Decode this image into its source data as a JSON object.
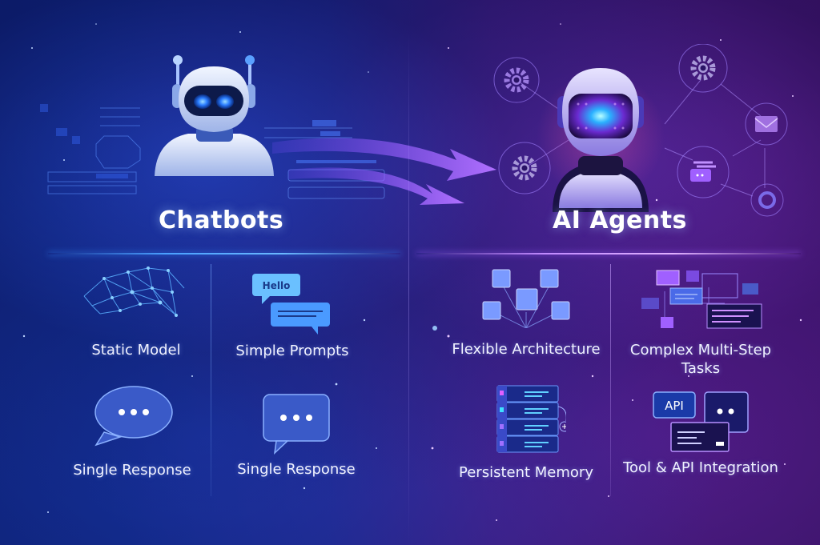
{
  "left_panel": {
    "title": "Chatbots",
    "theme_color": "#2a5cff",
    "features": [
      {
        "label": "Static Model",
        "icon": "network-mesh-icon"
      },
      {
        "label": "Simple Prompts",
        "icon": "chat-bubbles-icon",
        "bubble_text": "Hello"
      },
      {
        "label": "Single Response",
        "icon": "speech-bubble-ellipsis-icon"
      },
      {
        "label": "Single Response",
        "icon": "message-box-ellipsis-icon"
      }
    ]
  },
  "right_panel": {
    "title": "AI Agents",
    "theme_color": "#9a4dff",
    "features": [
      {
        "label": "Flexible Architecture",
        "icon": "connected-cubes-icon"
      },
      {
        "label": "Complex Multi-Step Tasks",
        "label_line1": "Complex Multi-Step",
        "label_line2": "Tasks",
        "icon": "task-flow-windows-icon"
      },
      {
        "label": "Persistent Memory",
        "icon": "server-stack-icon"
      },
      {
        "label": "Tool & API Integration",
        "icon": "api-chat-windows-icon",
        "api_text": "API"
      }
    ],
    "orbit_icons": [
      "gear-icon",
      "gear-icon",
      "gear-icon",
      "mail-icon",
      "cards-icon",
      "refresh-icon"
    ]
  },
  "transition": {
    "icon": "curved-arrows-icon"
  }
}
